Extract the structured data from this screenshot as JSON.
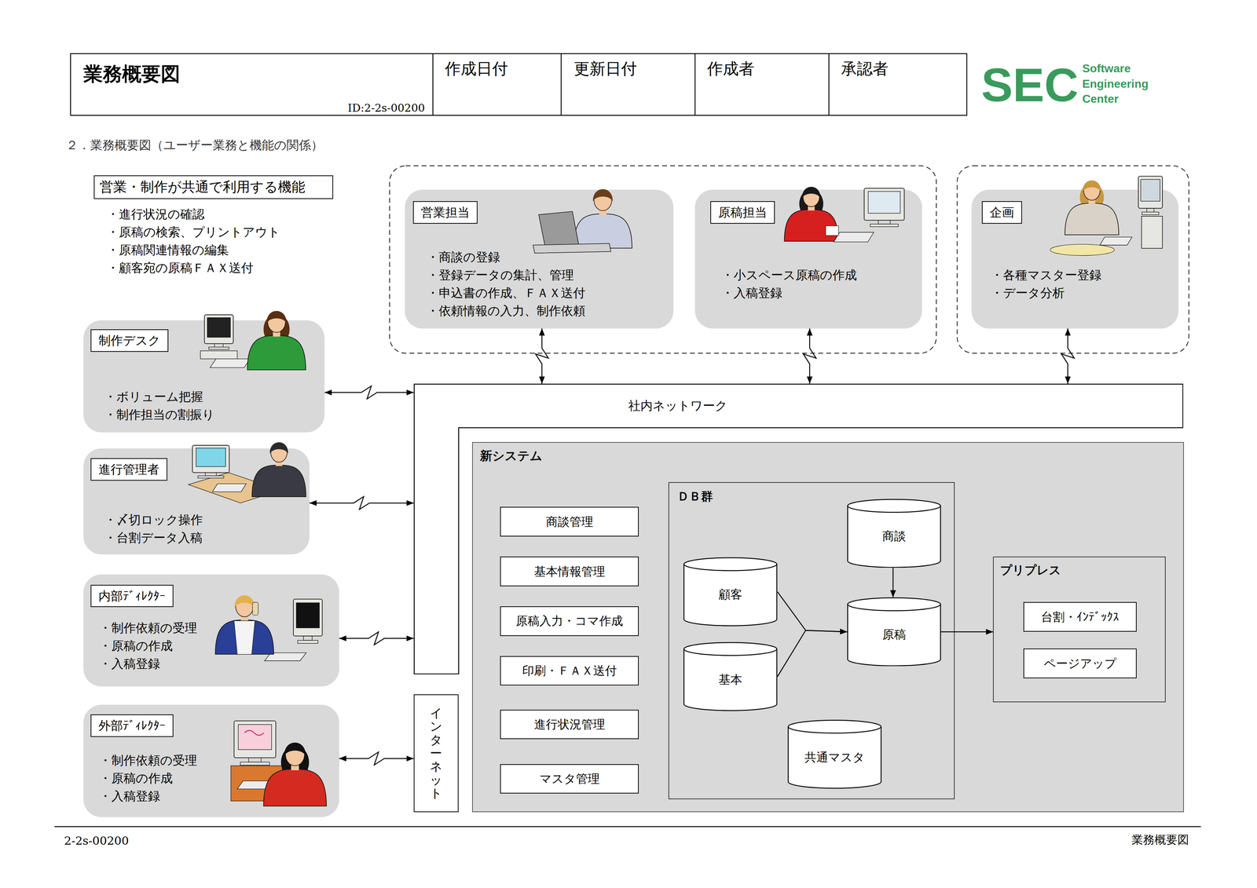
{
  "diagram": {
    "title": "業務概要図",
    "caption": "２．業務概要図（ユーザー業務と機能の関係）",
    "nodes": [
      {
        "text": [
          "営業・制作が共通で利用する機能",
          "・進行状況の確認",
          "・原稿の検索、プリントアウト",
          "・原稿関連情報の編集",
          "・顧客宛の原稿ＦＡＸ送付"
        ]
      },
      {
        "text": [
          "営業担当",
          "・商談の登録",
          "・登録データの集計、管理",
          "・申込書の作成、ＦＡＸ送付",
          "・依頼情報の入力、制作依頼"
        ]
      },
      {
        "text": [
          "原稿担当",
          "・小スペース原稿の作成",
          "・入稿登録"
        ]
      },
      {
        "text": [
          "企画",
          "・各種マスター登録",
          "・データ分析"
        ]
      },
      {
        "text": [
          "制作デスク",
          "・ボリューム把握",
          "・制作担当の割振り"
        ]
      },
      {
        "text": [
          "進行管理者",
          "・〆切ロック操作",
          "・台割データ入稿"
        ]
      },
      {
        "text": [
          "内部ﾃﾞｨﾚｸﾀｰ",
          "・制作依頼の受理",
          "・原稿の作成",
          "・入稿登録"
        ]
      },
      {
        "text": [
          "外部ﾃﾞｨﾚｸﾀｰ",
          "・制作依頼の受理",
          "・原稿の作成",
          "・入稿登録"
        ]
      },
      {
        "text": [
          "社内ネットワーク"
        ]
      },
      {
        "text": [
          "インターネット"
        ]
      },
      {
        "text": [
          "新システム"
        ]
      },
      {
        "text": [
          "商談管理"
        ],
        "in": 10
      },
      {
        "text": [
          "基本情報管理"
        ],
        "in": 10
      },
      {
        "text": [
          "原稿入力・コマ作成"
        ],
        "in": 10
      },
      {
        "text": [
          "印刷・ＦＡＸ送付"
        ],
        "in": 10
      },
      {
        "text": [
          "進行状況管理"
        ],
        "in": 10
      },
      {
        "text": [
          "マスタ管理"
        ],
        "in": 10
      },
      {
        "text": [
          "ＤＢ群"
        ],
        "in": 10
      },
      {
        "text": [
          "商談"
        ],
        "in": 17
      },
      {
        "text": [
          "顧客"
        ],
        "in": 17
      },
      {
        "text": [
          "原稿"
        ],
        "in": 17
      },
      {
        "text": [
          "基本"
        ],
        "in": 17
      },
      {
        "text": [
          "共通マスタ"
        ],
        "in": 17
      },
      {
        "text": [
          "プリプレス"
        ],
        "in": 10
      },
      {
        "text": [
          "台割・ｲﾝﾃﾞｯｸｽ"
        ],
        "in": 23
      },
      {
        "text": [
          "ページアップ"
        ],
        "in": 23
      }
    ],
    "edges": [
      {
        "from": 1,
        "to": 8,
        "arrow": "both"
      },
      {
        "from": 2,
        "to": 8,
        "arrow": "both"
      },
      {
        "from": 3,
        "to": 8,
        "arrow": "both"
      },
      {
        "from": 4,
        "to": 8,
        "arrow": "both"
      },
      {
        "from": 5,
        "to": 8,
        "arrow": "both"
      },
      {
        "from": 6,
        "to": 8,
        "arrow": "both"
      },
      {
        "from": 7,
        "to": 9,
        "arrow": "both"
      },
      {
        "from": 18,
        "to": 20,
        "arrow": "to"
      },
      {
        "from": 19,
        "to": 20,
        "arrow": "to"
      },
      {
        "from": 21,
        "to": 20,
        "arrow": "to"
      },
      {
        "from": 20,
        "to": 23,
        "arrow": "to"
      }
    ],
    "labels": [
      "ID:2-2s-00200",
      "作成日付",
      "更新日付",
      "作成者",
      "承認者",
      "SEC",
      "Software Engineering Center",
      "2-2s-00200",
      "業務概要図"
    ]
  }
}
